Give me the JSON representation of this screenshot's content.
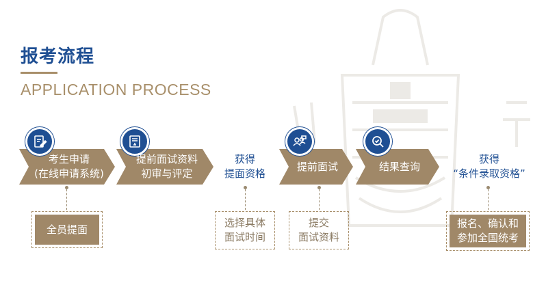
{
  "header": {
    "title": "报考流程",
    "subtitle": "APPLICATION PROCESS"
  },
  "steps": [
    {
      "line1": "考生申请",
      "line2": "(在线申请系统)",
      "icon": "edit-document-icon"
    },
    {
      "line1": "提前面试资料",
      "line2": "初审与评定",
      "icon": "document-review-icon"
    },
    {
      "line1": "获得",
      "line2": "提面资格"
    },
    {
      "line1": "提前面试",
      "icon": "interview-people-icon"
    },
    {
      "line1": "结果查询",
      "icon": "search-check-icon"
    },
    {
      "line1": "获得",
      "line2": "“条件录取资格”"
    }
  ],
  "notes": [
    {
      "line1": "全员提面"
    },
    {
      "line1": "选择具体",
      "line2": "面试时间"
    },
    {
      "line1": "提交",
      "line2": "面试资料"
    },
    {
      "line1": "报名、确认和",
      "line2": "参加全国统考"
    }
  ],
  "colors": {
    "brand_blue": "#1f4f93",
    "gold": "#a88f6a",
    "arrow_fill": "#a08868"
  }
}
